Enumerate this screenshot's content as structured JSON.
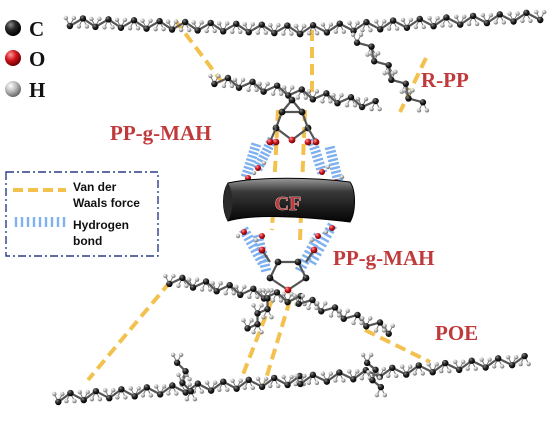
{
  "atom_key": {
    "carbon": "C",
    "oxygen": "O",
    "hydrogen": "H"
  },
  "labels": {
    "r_pp": "R-PP",
    "pp_g_mah_top": "PP-g-MAH",
    "pp_g_mah_bottom": "PP-g-MAH",
    "poe": "POE",
    "cf": "CF"
  },
  "legend": {
    "vdw_line1": "Van der",
    "vdw_line2": "Waals force",
    "hb_line1": "Hydrogen",
    "hb_line2": "bond"
  },
  "colors": {
    "label_red": "#c0393b",
    "vdw_dash": "#f2c14e",
    "hbond_dash": "#7fb0f0",
    "carbon": "#1a1a1a",
    "oxygen": "#d0151b",
    "hydrogen": "#9a9a9a",
    "legend_border": "#2a3f8f"
  }
}
